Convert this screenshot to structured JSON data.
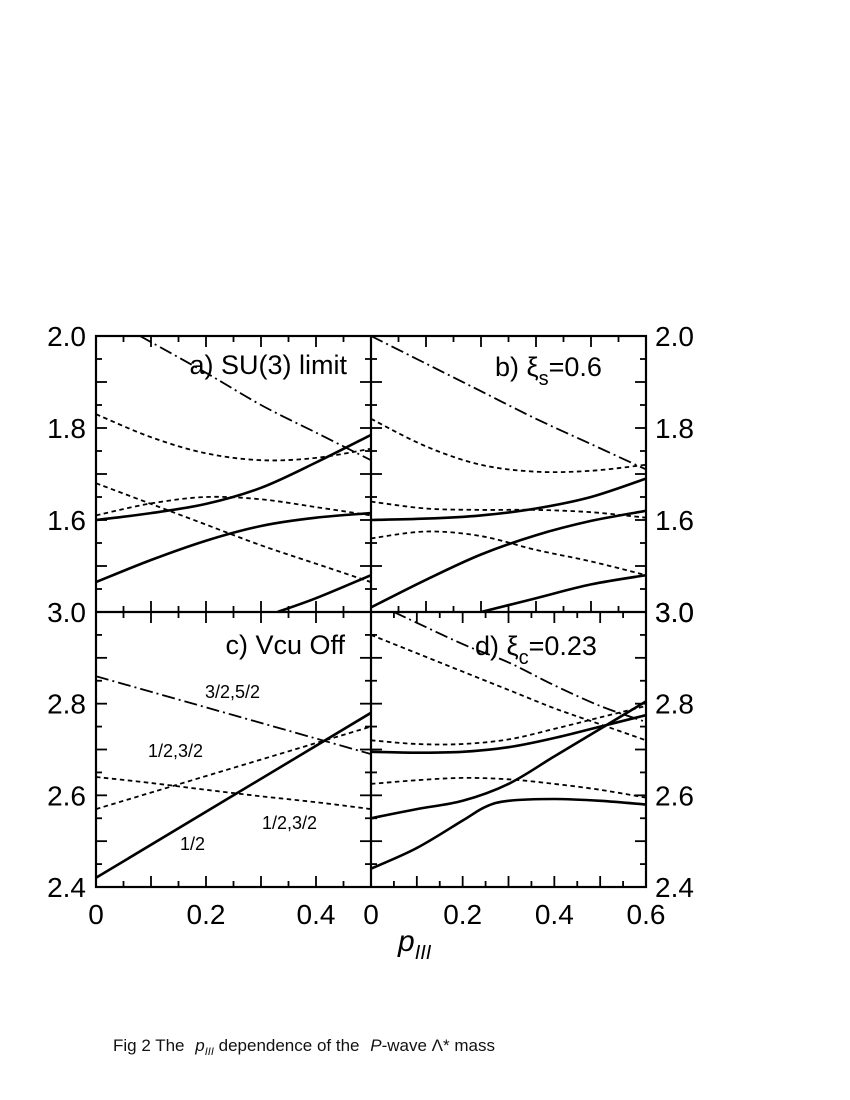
{
  "caption": {
    "prefix": "Fig 2  The",
    "p": "p",
    "p_sub": "III",
    "middle": "dependence of the",
    "P": "P",
    "tail": "-wave Λ* mass"
  },
  "shared_xlabel": {
    "main": "p",
    "sub": "III"
  },
  "chart_data": [
    {
      "type": "line",
      "panel": "a",
      "title": "a) SU(3) limit",
      "xlim": [
        0,
        0.5
      ],
      "ylim": [
        1.4,
        2.0
      ],
      "x_ticks": [
        "0",
        "0.2",
        "0.4"
      ],
      "y_ticks": [
        "2.0",
        "1.8",
        "1.6",
        "3.0"
      ],
      "series": [
        {
          "style": "solid",
          "x": [
            0,
            0.1,
            0.2,
            0.3,
            0.4,
            0.5
          ],
          "y": [
            1.6,
            1.615,
            1.635,
            1.67,
            1.725,
            1.785
          ]
        },
        {
          "style": "solid",
          "x": [
            0,
            0.1,
            0.2,
            0.3,
            0.4,
            0.5
          ],
          "y": [
            1.465,
            1.513,
            1.555,
            1.587,
            1.605,
            1.615
          ]
        },
        {
          "style": "solid",
          "x": [
            0.33,
            0.4,
            0.5
          ],
          "y": [
            1.4,
            1.43,
            1.48
          ]
        },
        {
          "style": "dashed",
          "x": [
            0,
            0.1,
            0.2,
            0.3,
            0.4,
            0.5
          ],
          "y": [
            1.83,
            1.78,
            1.745,
            1.73,
            1.735,
            1.755
          ]
        },
        {
          "style": "dashed",
          "x": [
            0,
            0.1,
            0.2,
            0.3,
            0.4,
            0.5
          ],
          "y": [
            1.61,
            1.636,
            1.65,
            1.645,
            1.628,
            1.61
          ]
        },
        {
          "style": "dashed",
          "x": [
            0,
            0.1,
            0.2,
            0.3,
            0.4,
            0.5
          ],
          "y": [
            1.68,
            1.635,
            1.59,
            1.545,
            1.505,
            1.465
          ]
        },
        {
          "style": "dashdot",
          "x": [
            0.08,
            0.2,
            0.3,
            0.4,
            0.5
          ],
          "y": [
            2.0,
            1.92,
            1.85,
            1.79,
            1.73
          ]
        }
      ]
    },
    {
      "type": "line",
      "panel": "b",
      "title": "b) ξs=0.6",
      "title_main": "b)  ξ",
      "title_sub": "s",
      "title_tail": "=0.6",
      "xlim": [
        0,
        0.5
      ],
      "ylim": [
        1.4,
        2.0
      ],
      "y_ticks_right": [
        "2.0",
        "1.8",
        "1.6",
        "3.0"
      ],
      "series": [
        {
          "style": "solid",
          "x": [
            0,
            0.1,
            0.2,
            0.3,
            0.4,
            0.5
          ],
          "y": [
            1.6,
            1.603,
            1.61,
            1.625,
            1.65,
            1.69
          ]
        },
        {
          "style": "solid",
          "x": [
            0,
            0.1,
            0.2,
            0.3,
            0.4,
            0.5
          ],
          "y": [
            1.41,
            1.47,
            1.525,
            1.567,
            1.598,
            1.62
          ]
        },
        {
          "style": "solid",
          "x": [
            0.2,
            0.3,
            0.4,
            0.5
          ],
          "y": [
            1.4,
            1.43,
            1.46,
            1.48
          ]
        },
        {
          "style": "dashed",
          "x": [
            0,
            0.1,
            0.2,
            0.3,
            0.4,
            0.5
          ],
          "y": [
            1.82,
            1.76,
            1.72,
            1.705,
            1.707,
            1.72
          ]
        },
        {
          "style": "dashed",
          "x": [
            0,
            0.1,
            0.2,
            0.3,
            0.4,
            0.5
          ],
          "y": [
            1.64,
            1.625,
            1.622,
            1.622,
            1.617,
            1.605
          ]
        },
        {
          "style": "dashed",
          "x": [
            0,
            0.1,
            0.2,
            0.3,
            0.4,
            0.5
          ],
          "y": [
            1.56,
            1.575,
            1.565,
            1.535,
            1.51,
            1.48
          ]
        },
        {
          "style": "dashdot",
          "x": [
            0,
            0.1,
            0.2,
            0.3,
            0.4,
            0.5
          ],
          "y": [
            2.0,
            1.94,
            1.88,
            1.82,
            1.765,
            1.71
          ]
        }
      ]
    },
    {
      "type": "line",
      "panel": "c",
      "title": "c) Vcu Off",
      "xlim": [
        0,
        0.5
      ],
      "ylim": [
        2.4,
        3.0
      ],
      "x_ticks": [
        "0",
        "0.2",
        "0.4",
        "0"
      ],
      "y_ticks": [
        "2.8",
        "2.6",
        "2.4"
      ],
      "annotations": [
        "3/2,5/2",
        "1/2,3/2",
        "1/2,3/2",
        "1/2"
      ],
      "series": [
        {
          "style": "solid",
          "x": [
            0,
            0.5
          ],
          "y": [
            2.42,
            2.78
          ]
        },
        {
          "style": "dashed",
          "x": [
            0,
            0.5
          ],
          "y": [
            2.57,
            2.75
          ]
        },
        {
          "style": "dashed",
          "x": [
            0,
            0.1,
            0.2,
            0.3,
            0.4,
            0.5
          ],
          "y": [
            2.64,
            2.627,
            2.612,
            2.598,
            2.585,
            2.57
          ]
        },
        {
          "style": "dashdot",
          "x": [
            0,
            0.5
          ],
          "y": [
            2.86,
            2.69
          ]
        }
      ]
    },
    {
      "type": "line",
      "panel": "d",
      "title": "d) ξc=0.23",
      "title_main": "d)  ξ",
      "title_sub": "c",
      "title_tail": "=0.23",
      "xlim": [
        0,
        0.6
      ],
      "ylim": [
        2.4,
        3.0
      ],
      "x_ticks": [
        "0",
        "0.2",
        "0.4",
        "0.6"
      ],
      "y_ticks_right": [
        "3.0",
        "2.8",
        "2.6",
        "2.4"
      ],
      "series": [
        {
          "style": "solid",
          "x": [
            0,
            0.1,
            0.2,
            0.3,
            0.4,
            0.5,
            0.6
          ],
          "y": [
            2.695,
            2.693,
            2.695,
            2.705,
            2.725,
            2.75,
            2.775
          ]
        },
        {
          "style": "solid",
          "x": [
            0,
            0.1,
            0.2,
            0.3,
            0.4,
            0.5,
            0.6
          ],
          "y": [
            2.55,
            2.57,
            2.588,
            2.625,
            2.685,
            2.745,
            2.805
          ]
        },
        {
          "style": "solid",
          "x": [
            0,
            0.1,
            0.2,
            0.25,
            0.3,
            0.4,
            0.5,
            0.6
          ],
          "y": [
            2.44,
            2.485,
            2.545,
            2.575,
            2.588,
            2.592,
            2.588,
            2.58
          ]
        },
        {
          "style": "dashed",
          "x": [
            0,
            0.1,
            0.2,
            0.3,
            0.4,
            0.5,
            0.6
          ],
          "y": [
            2.72,
            2.712,
            2.712,
            2.722,
            2.745,
            2.77,
            2.795
          ]
        },
        {
          "style": "dashed",
          "x": [
            0,
            0.1,
            0.2,
            0.3,
            0.4,
            0.5,
            0.6
          ],
          "y": [
            2.625,
            2.633,
            2.638,
            2.635,
            2.625,
            2.612,
            2.595
          ]
        },
        {
          "style": "dashed",
          "x": [
            0,
            0.1,
            0.2,
            0.3,
            0.4,
            0.5,
            0.6
          ],
          "y": [
            2.95,
            2.91,
            2.87,
            2.83,
            2.79,
            2.755,
            2.72
          ]
        },
        {
          "style": "dashdot",
          "x": [
            0.05,
            0.2,
            0.3,
            0.4,
            0.5,
            0.6
          ],
          "y": [
            3.0,
            2.93,
            2.89,
            2.84,
            2.795,
            2.76
          ]
        }
      ]
    }
  ]
}
